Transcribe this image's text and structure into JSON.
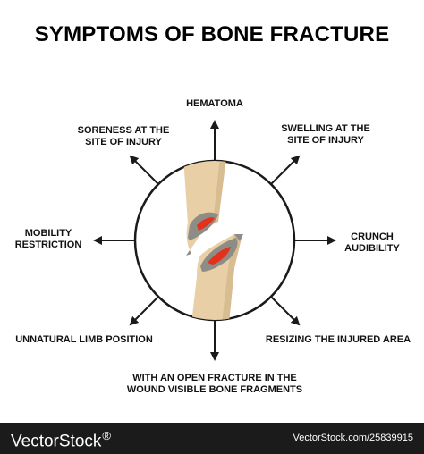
{
  "title": "SYMPTOMS OF BONE FRACTURE",
  "colors": {
    "arrow": "#1a1a1a",
    "bone": "#e9cfa6",
    "bone_shadow": "#cbb38c",
    "fracture_gray": "#8e8c86",
    "wound_red": "#e3311c",
    "footer_bg": "#1b1b1b"
  },
  "symptoms": {
    "hematoma": [
      "HEMATOMA"
    ],
    "soreness": [
      "SORENESS AT THE",
      "SITE OF INJURY"
    ],
    "swelling": [
      "SWELLING AT THE",
      "SITE OF INJURY"
    ],
    "mobility": [
      "MOBILITY",
      "RESTRICTION"
    ],
    "crunch": [
      "CRUNCH",
      "AUDIBILITY"
    ],
    "unnatural": [
      "UNNATURAL LIMB POSITION"
    ],
    "resizing": [
      "RESIZING THE INJURED AREA"
    ],
    "open_fracture": [
      "WITH AN OPEN FRACTURE IN THE",
      "WOUND VISIBLE BONE FRAGMENTS"
    ]
  },
  "footer": {
    "brand": "VectorStock",
    "brand_mark": "®",
    "credit": "VectorStock.com/25839915"
  }
}
